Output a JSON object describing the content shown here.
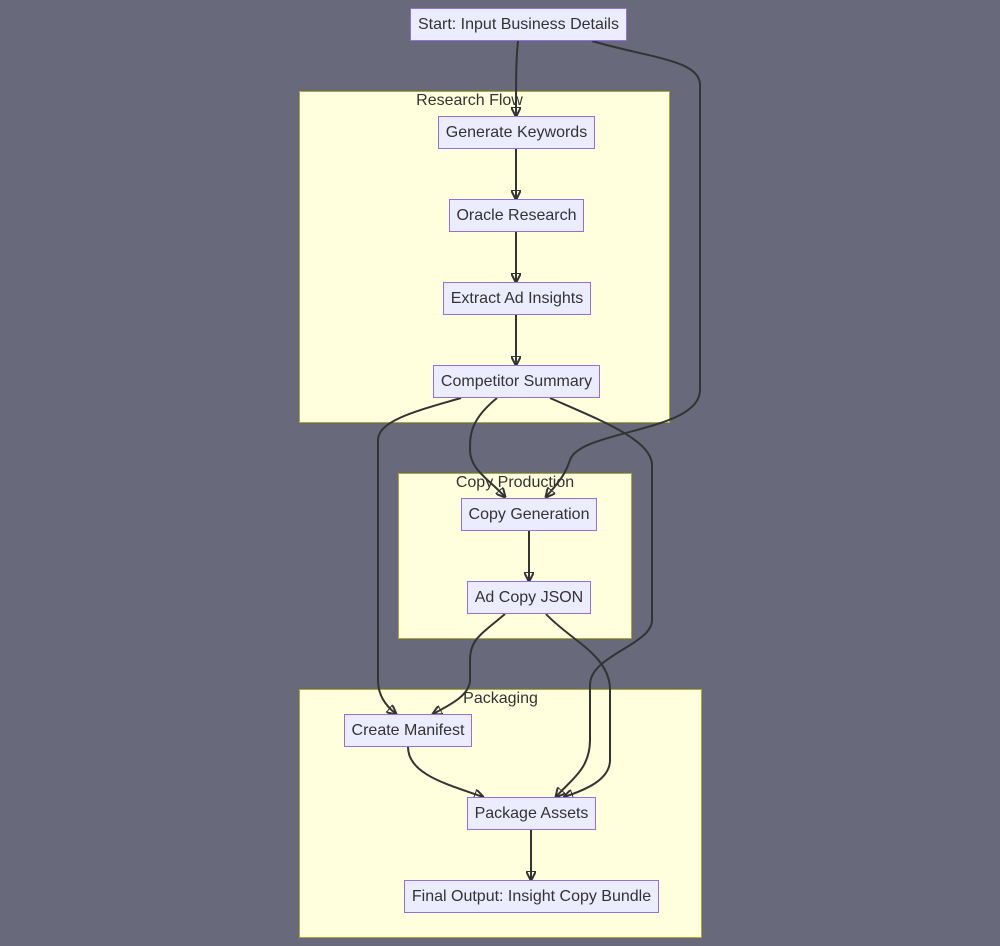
{
  "nodes": {
    "start": "Start: Input Business Details",
    "generate_keywords": "Generate Keywords",
    "oracle_research": "Oracle Research",
    "extract_ad_insights": "Extract Ad Insights",
    "competitor_summary": "Competitor Summary",
    "copy_generation": "Copy Generation",
    "ad_copy_json": "Ad Copy JSON",
    "create_manifest": "Create Manifest",
    "package_assets": "Package Assets",
    "final_output": "Final Output: Insight Copy Bundle"
  },
  "clusters": {
    "research_flow": "Research Flow",
    "copy_production": "Copy Production",
    "packaging": "Packaging"
  },
  "edges": [
    [
      "start",
      "generate_keywords"
    ],
    [
      "start",
      "copy_generation"
    ],
    [
      "generate_keywords",
      "oracle_research"
    ],
    [
      "oracle_research",
      "extract_ad_insights"
    ],
    [
      "extract_ad_insights",
      "competitor_summary"
    ],
    [
      "competitor_summary",
      "create_manifest"
    ],
    [
      "competitor_summary",
      "copy_generation"
    ],
    [
      "competitor_summary",
      "package_assets"
    ],
    [
      "copy_generation",
      "ad_copy_json"
    ],
    [
      "ad_copy_json",
      "create_manifest"
    ],
    [
      "ad_copy_json",
      "package_assets"
    ],
    [
      "create_manifest",
      "package_assets"
    ],
    [
      "package_assets",
      "final_output"
    ]
  ],
  "colors": {
    "background": "#686a7b",
    "cluster_fill": "#ffffde",
    "cluster_border": "#aaaa33",
    "node_fill": "#ececff",
    "node_border": "#9370db",
    "edge": "#333333"
  }
}
